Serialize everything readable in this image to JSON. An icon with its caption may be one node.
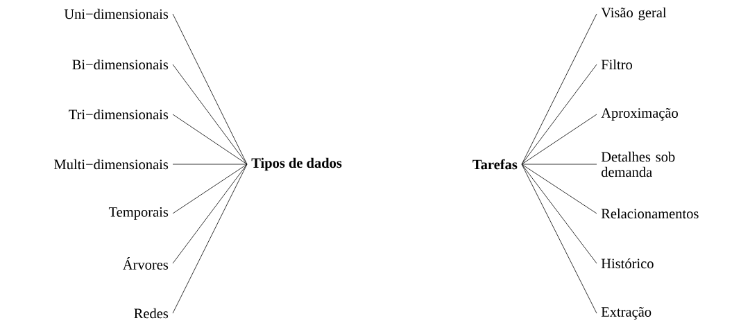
{
  "diagram": {
    "nodes": [
      {
        "text": [
          "**Tipos de dados**"
        ]
      },
      {
        "text": [
          "**Tarefas**"
        ]
      },
      {
        "text": [
          "Uni−dimensionais"
        ]
      },
      {
        "text": [
          "Bi−dimensionais"
        ]
      },
      {
        "text": [
          "Tri−dimensionais"
        ]
      },
      {
        "text": [
          "Multi−dimensionais"
        ]
      },
      {
        "text": [
          "Temporais"
        ]
      },
      {
        "text": [
          "Árvores"
        ]
      },
      {
        "text": [
          "Redes"
        ]
      },
      {
        "text": [
          "Visão geral"
        ]
      },
      {
        "text": [
          "Filtro"
        ]
      },
      {
        "text": [
          "Aproximação"
        ]
      },
      {
        "text": [
          "Detalhes sob demanda"
        ]
      },
      {
        "text": [
          "Relacionamentos"
        ]
      },
      {
        "text": [
          "Histórico"
        ]
      },
      {
        "text": [
          "Extração"
        ]
      }
    ],
    "edges": [
      {
        "from": 2,
        "to": 0,
        "arrow": "none"
      },
      {
        "from": 3,
        "to": 0,
        "arrow": "none"
      },
      {
        "from": 4,
        "to": 0,
        "arrow": "none"
      },
      {
        "from": 5,
        "to": 0,
        "arrow": "none"
      },
      {
        "from": 6,
        "to": 0,
        "arrow": "none"
      },
      {
        "from": 7,
        "to": 0,
        "arrow": "none"
      },
      {
        "from": 8,
        "to": 0,
        "arrow": "none"
      },
      {
        "from": 1,
        "to": 9,
        "arrow": "none"
      },
      {
        "from": 1,
        "to": 10,
        "arrow": "none"
      },
      {
        "from": 1,
        "to": 11,
        "arrow": "none"
      },
      {
        "from": 1,
        "to": 12,
        "arrow": "none"
      },
      {
        "from": 1,
        "to": 13,
        "arrow": "none"
      },
      {
        "from": 1,
        "to": 14,
        "arrow": "none"
      },
      {
        "from": 1,
        "to": 15,
        "arrow": "none"
      }
    ]
  }
}
